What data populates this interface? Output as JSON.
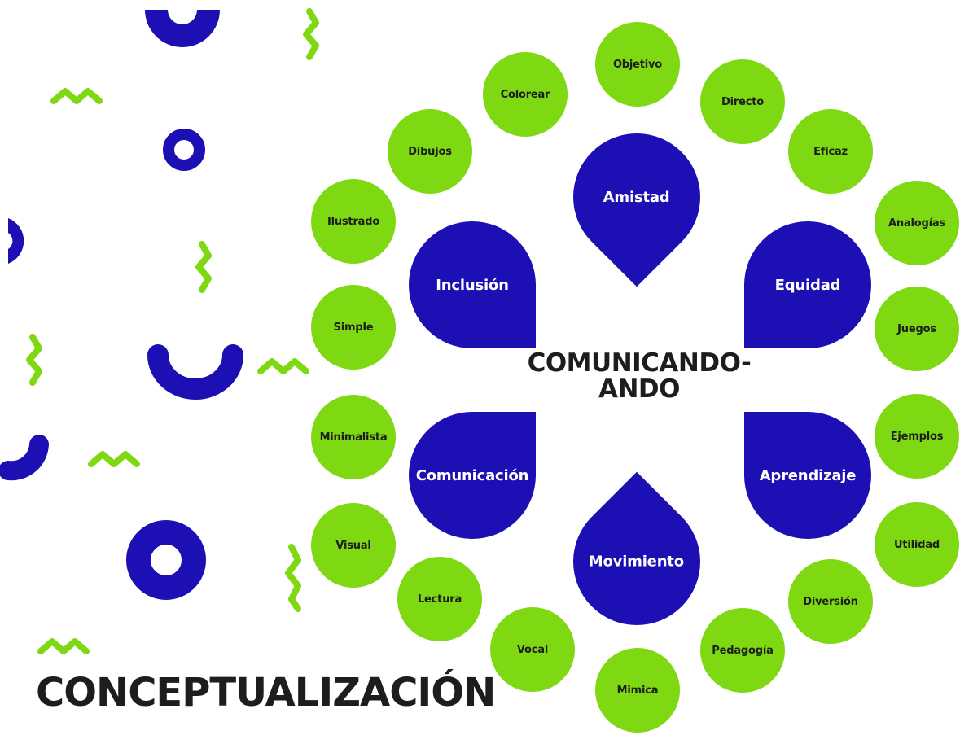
{
  "main_title": "CONCEPTUALIZACIÓN",
  "center_title": {
    "line1": "COMUNICANDO-",
    "line2": "ANDO"
  },
  "petals": {
    "amistad": "Amistad",
    "inclusion": "Inclusión",
    "equidad": "Equidad",
    "comunicacion": "Comunicación",
    "aprendizaje": "Aprendizaje",
    "movimiento": "Movimiento"
  },
  "outer_nodes": [
    "Objetivo",
    "Directo",
    "Eficaz",
    "Analogías",
    "Juegos",
    "Ejemplos",
    "Utilidad",
    "Diversión",
    "Pedagogía",
    "Mimica",
    "Vocal",
    "Lectura",
    "Visual",
    "Minimalista",
    "Simple",
    "Ilustrado",
    "Dibujos",
    "Colorear"
  ],
  "colors": {
    "green": "#7ed812",
    "blue": "#1c0fb3",
    "text": "#1d1d1b"
  }
}
